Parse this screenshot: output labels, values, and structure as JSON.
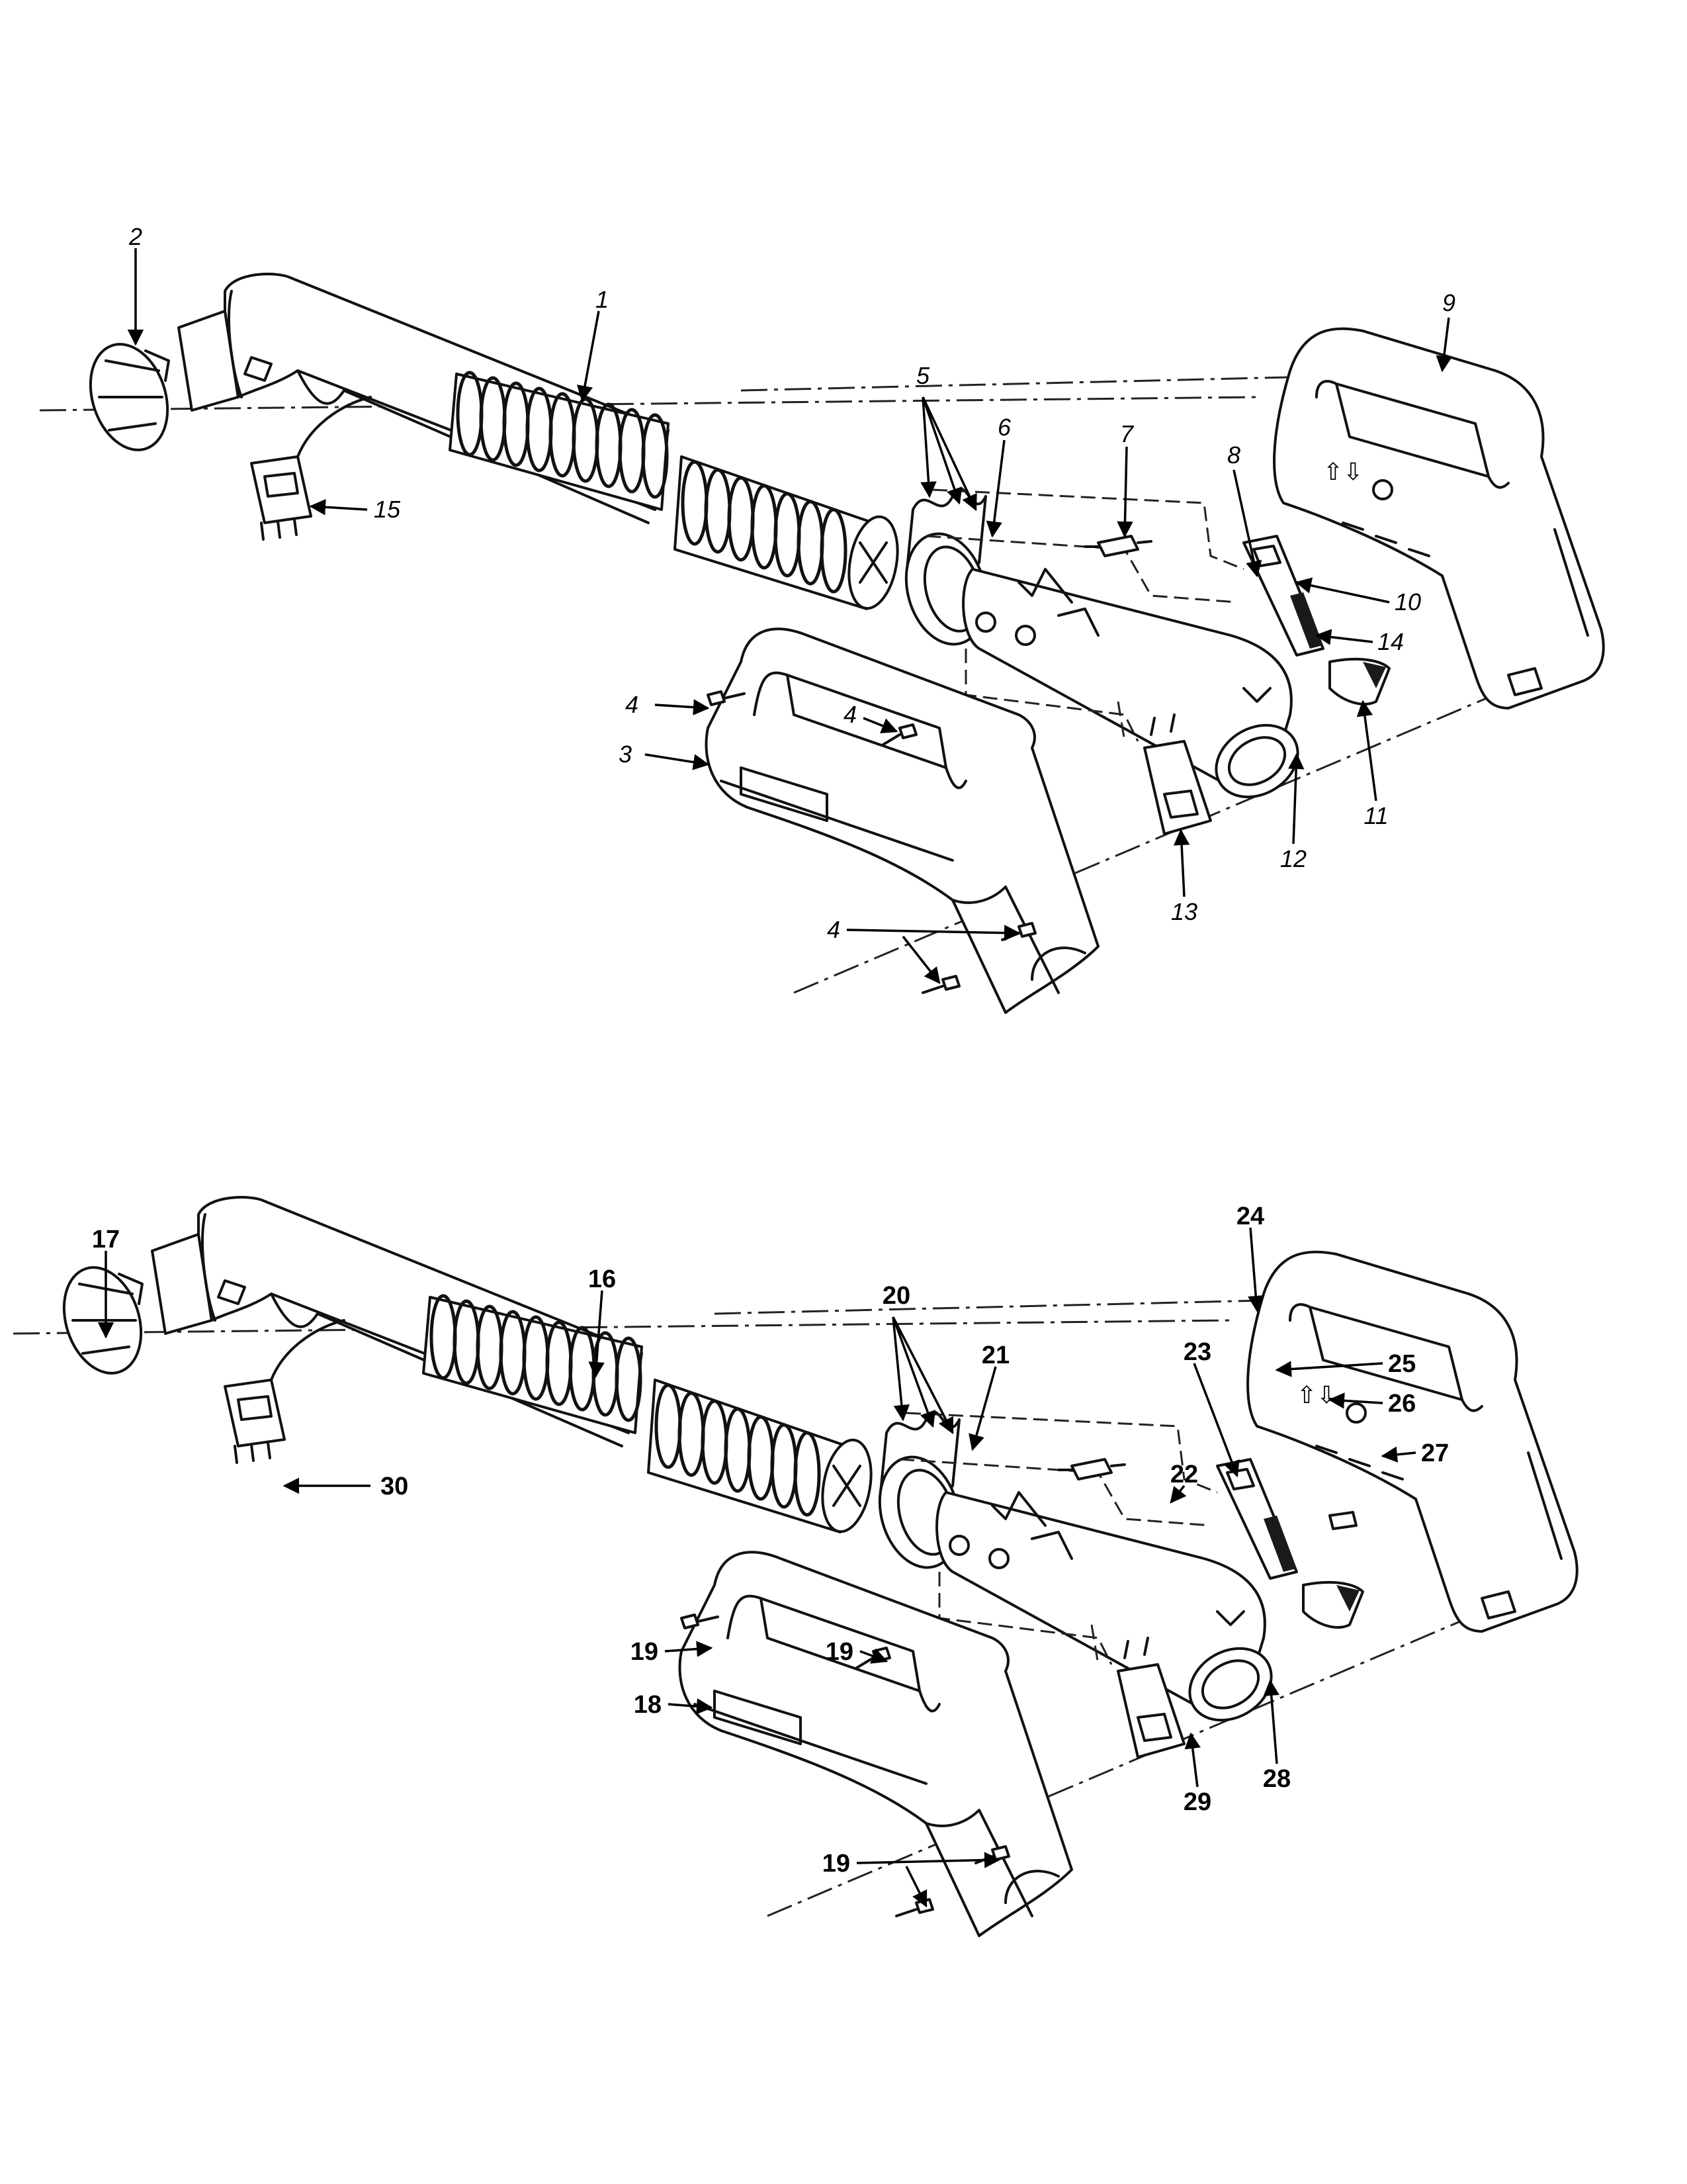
{
  "diagram": {
    "upper_callouts": [
      "1",
      "2",
      "3",
      "4",
      "4",
      "4",
      "5",
      "6",
      "7",
      "8",
      "9",
      "10",
      "11",
      "12",
      "13",
      "14",
      "15"
    ],
    "lower_callouts": [
      "16",
      "17",
      "18",
      "19",
      "19",
      "19",
      "20",
      "21",
      "22",
      "23",
      "24",
      "25",
      "26",
      "27",
      "28",
      "29",
      "30"
    ],
    "handle_icon_text": "⇧⇩"
  }
}
